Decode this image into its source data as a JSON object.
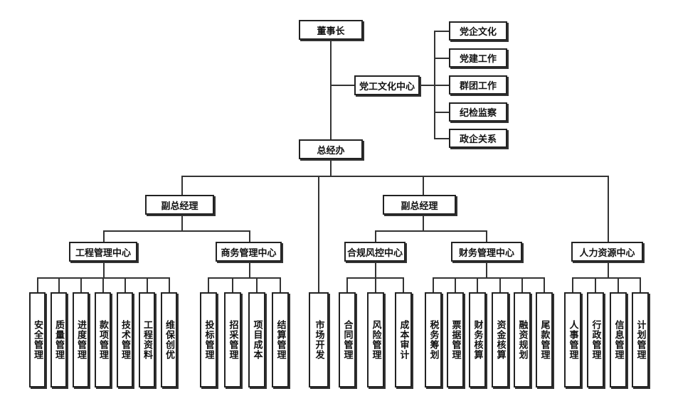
{
  "top": {
    "chairman": "董事长",
    "party_center": "党工文化中心",
    "party_items": [
      "党企文化",
      "党建工作",
      "群团工作",
      "纪检监察",
      "政企关系"
    ],
    "gm_office": "总经办"
  },
  "vice_left": "副总经理",
  "vice_right": "副总经理",
  "centers": {
    "engineering": "工程管理中心",
    "business": "商务管理中心",
    "compliance": "合规风控中心",
    "finance": "财务管理中心",
    "hr": "人力资源中心"
  },
  "leaves": {
    "engineering": [
      "安全管理",
      "质量管理",
      "进度管理",
      "款项管理",
      "技术管理",
      "工程资料",
      "维保创优"
    ],
    "business": [
      "投标管理",
      "招采管理",
      "项目成本",
      "结算管理"
    ],
    "market": "市场开发",
    "compliance": [
      "合同管理",
      "风险管理",
      "成本审计"
    ],
    "finance": [
      "税务筹划",
      "票据管理",
      "财务核算",
      "资金核算",
      "融资规划",
      "尾款管理"
    ],
    "hr": [
      "人事管理",
      "行政管理",
      "信息管理",
      "计划管理"
    ]
  }
}
